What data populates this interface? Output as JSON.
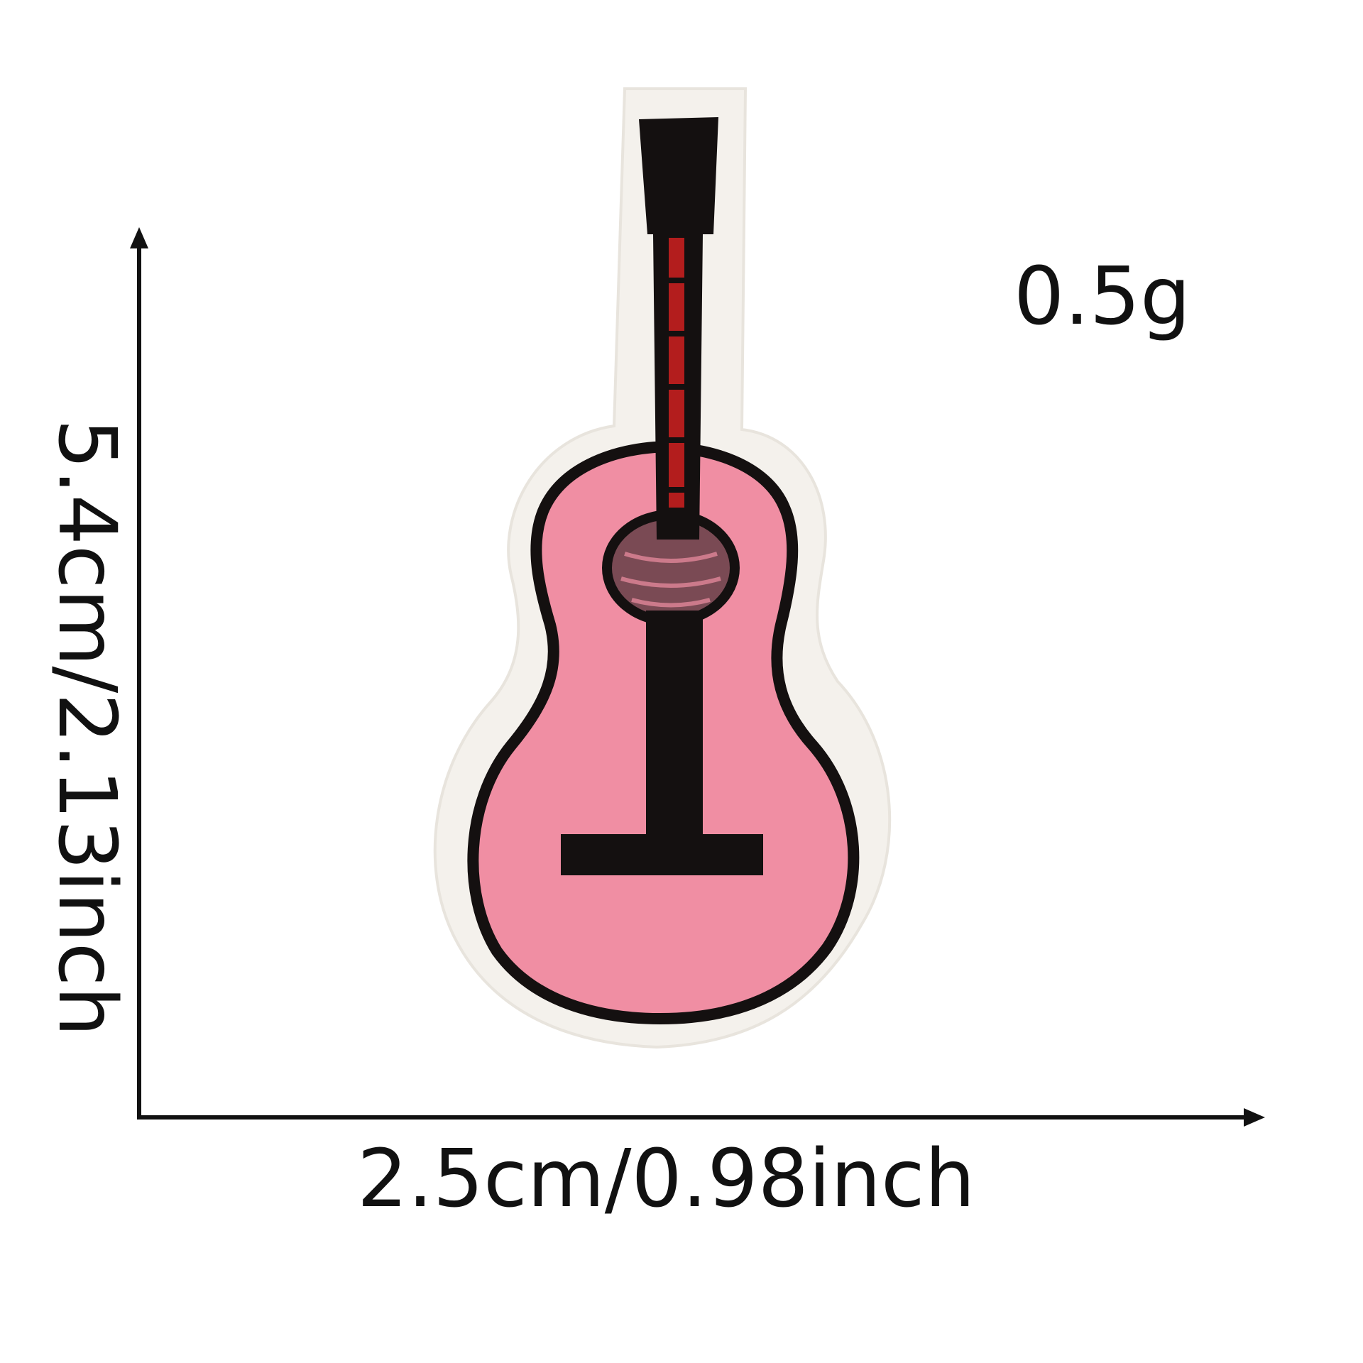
{
  "labels": {
    "weight": "0.5g",
    "height": "5.4cm/2.13inch",
    "width": "2.5cm/0.98inch"
  },
  "colors": {
    "background": "#ffffff",
    "patch_border": "#f4f1ec",
    "body_fill": "#f08ea3",
    "outline": "#141010",
    "fret_red": "#b31d1d",
    "arrow": "#111111"
  },
  "subject": {
    "icon": "guitar-patch-icon"
  }
}
